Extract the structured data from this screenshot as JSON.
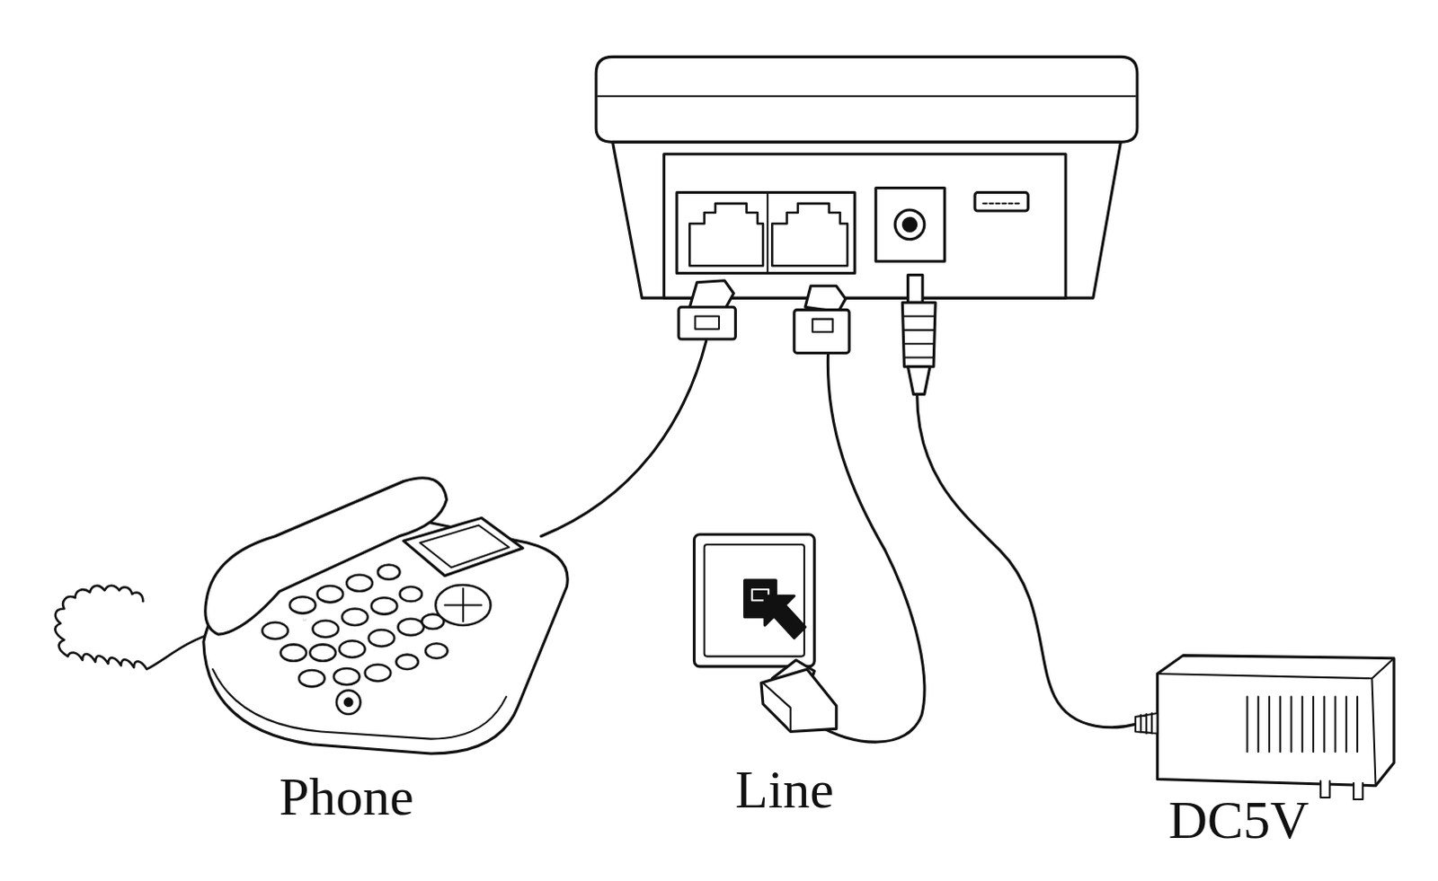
{
  "diagram": {
    "labels": [
      "Phone",
      "Line",
      "DC5V"
    ]
  }
}
